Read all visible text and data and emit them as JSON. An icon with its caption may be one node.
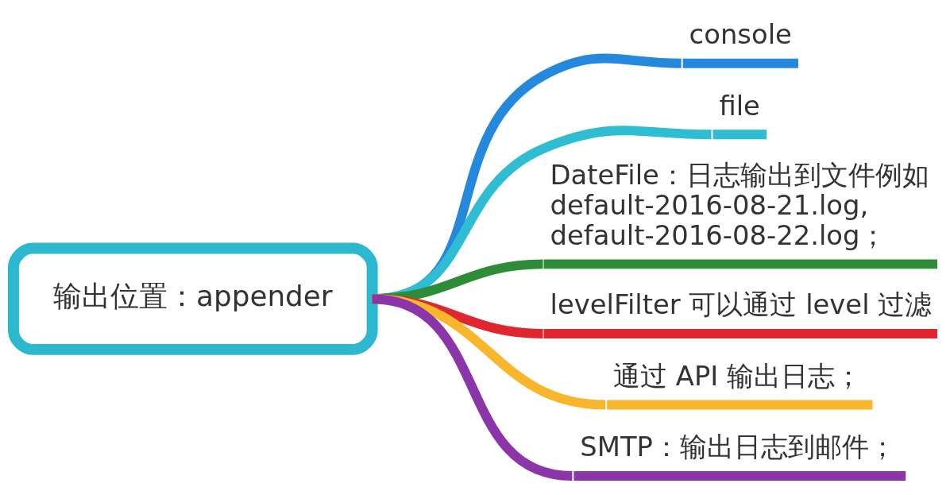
{
  "diagram": {
    "nodes": [
      {
        "text": [
          "输出位置：appender"
        ]
      },
      {
        "text": [
          "console"
        ]
      },
      {
        "text": [
          "file"
        ]
      },
      {
        "text": [
          "DateFile：日志输出到文件例如 default-2016-08-21.log, default-2016-08-22.log；"
        ]
      },
      {
        "text": [
          "levelFilter 可以通过 level 过滤"
        ]
      },
      {
        "text": [
          "通过 API 输出日志；"
        ]
      },
      {
        "text": [
          "SMTP：输出日志到邮件；"
        ]
      }
    ],
    "edges": [
      {
        "from": 0,
        "to": 1,
        "arrow": "none",
        "color": "#2488dd"
      },
      {
        "from": 0,
        "to": 2,
        "arrow": "none",
        "color": "#2fbdd4"
      },
      {
        "from": 0,
        "to": 3,
        "arrow": "none",
        "color": "#2e8b37"
      },
      {
        "from": 0,
        "to": 4,
        "arrow": "none",
        "color": "#e0262f"
      },
      {
        "from": 0,
        "to": 5,
        "arrow": "none",
        "color": "#f8b62d"
      },
      {
        "from": 0,
        "to": 6,
        "arrow": "none",
        "color": "#8b35a8"
      }
    ]
  }
}
